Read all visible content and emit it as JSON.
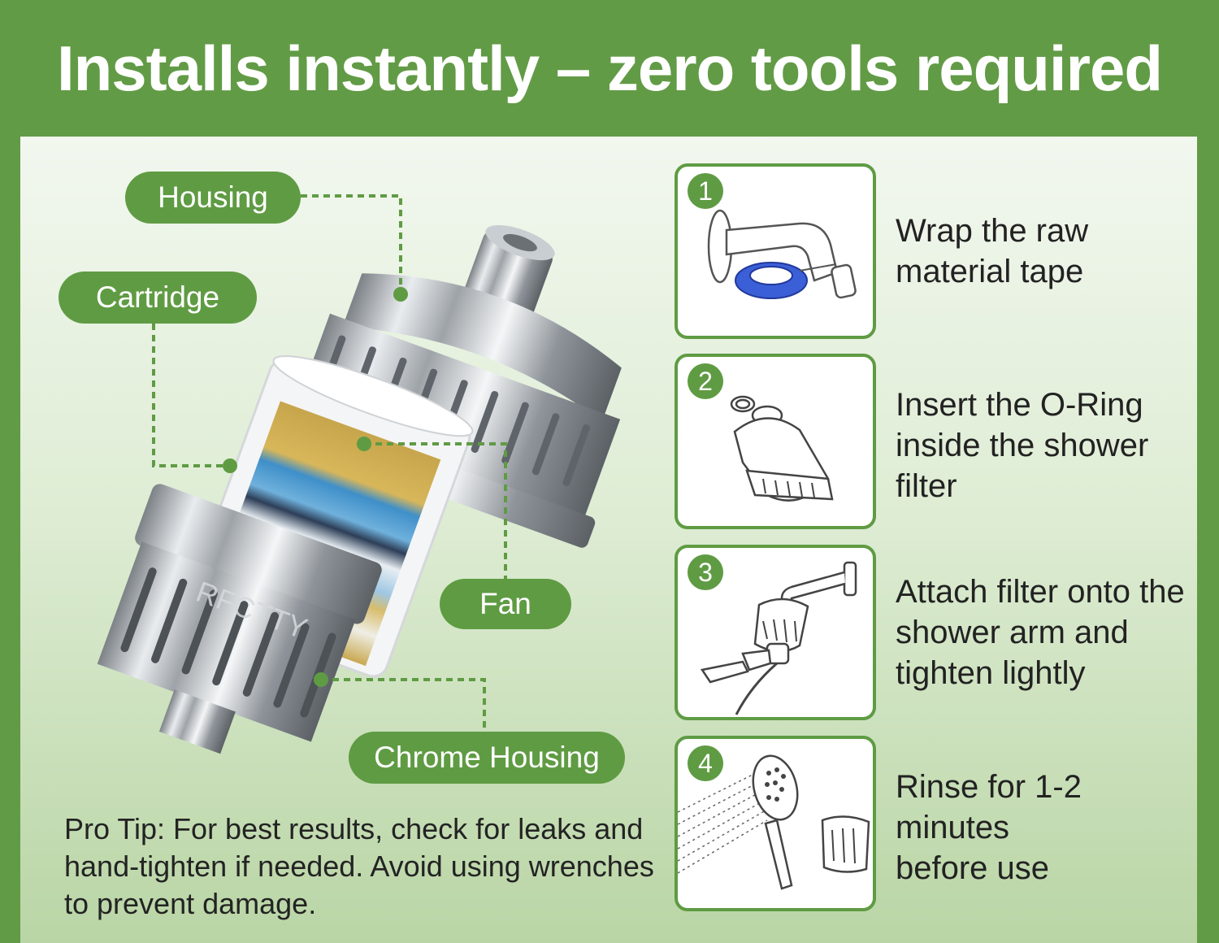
{
  "headline": "Installs instantly – zero tools required",
  "labels": {
    "housing": "Housing",
    "cartridge": "Cartridge",
    "fan": "Fan",
    "chrome_housing": "Chrome Housing"
  },
  "brand_watermark": "RFCTTY",
  "steps": [
    {
      "number": "1",
      "text": "Wrap the raw material tape"
    },
    {
      "number": "2",
      "text": "Insert the O-Ring inside the shower filter"
    },
    {
      "number": "3",
      "text": "Attach filter onto the shower arm and tighten lightly"
    },
    {
      "number": "4",
      "text": "Rinse for 1-2 minutes before use"
    }
  ],
  "pro_tip": "Pro Tip: For best results, check for leaks and hand-tighten if needed. Avoid using wrenches to prevent damage.",
  "colors": {
    "brand_green": "#5f9b43",
    "text_dark": "#222222",
    "tape_blue": "#3b5fd6"
  }
}
